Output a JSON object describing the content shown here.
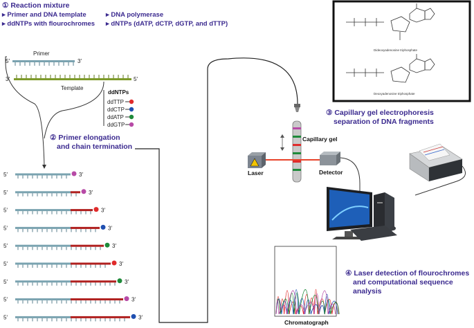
{
  "step1": {
    "title": "① Reaction mixture",
    "items": [
      "Primer and DNA template",
      "ddNTPs with flourochromes",
      "DNA polymerase",
      "dNTPs (dATP, dCTP, dGTP, and dTTP)"
    ]
  },
  "strands": {
    "primer_label": "Primer",
    "template_label": "Template",
    "five_prime": "5′",
    "three_prime": "3′"
  },
  "ddntps": {
    "title": "ddNTPs",
    "items": [
      {
        "label": "ddTTP",
        "color": "#e02b2b"
      },
      {
        "label": "ddCTP",
        "color": "#1f4fb0"
      },
      {
        "label": "ddATP",
        "color": "#1e8a3a"
      },
      {
        "label": "ddGTP",
        "color": "#b74aa6"
      }
    ]
  },
  "step2": {
    "line1": "② Primer elongation",
    "line2": "and chain termination"
  },
  "fragments": [
    {
      "color": "#b74aa6"
    },
    {
      "color": "#b74aa6"
    },
    {
      "color": "#e02b2b"
    },
    {
      "color": "#1f4fb0"
    },
    {
      "color": "#1e8a3a"
    },
    {
      "color": "#e02b2b"
    },
    {
      "color": "#1e8a3a"
    },
    {
      "color": "#b74aa6"
    },
    {
      "color": "#1f4fb0"
    }
  ],
  "molecules": {
    "top_caption": "Dideoxyadenosine triphosphate",
    "bottom_caption": "Deoxyadenosine triphosphate"
  },
  "step3": {
    "line1": "③ Capillary gel electrophoresis",
    "line2": "separation of DNA fragments"
  },
  "instrument": {
    "capillary_label": "Capillary gel",
    "laser_label": "Laser",
    "detector_label": "Detector"
  },
  "step4": {
    "line1": "④ Laser detection of flourochromes",
    "line2": "and computational sequence analysis"
  },
  "chromatograph": {
    "label": "Chromatograph",
    "trace_colors": [
      "#e02b2b",
      "#1f4fb0",
      "#1e8a3a",
      "#b74aa6"
    ]
  },
  "colors": {
    "accent": "#3b2a8f",
    "primer": "#7aa3b0",
    "template": "#7d9a2a",
    "extension": "#b0201f",
    "laser_beam": "#e8432a"
  }
}
